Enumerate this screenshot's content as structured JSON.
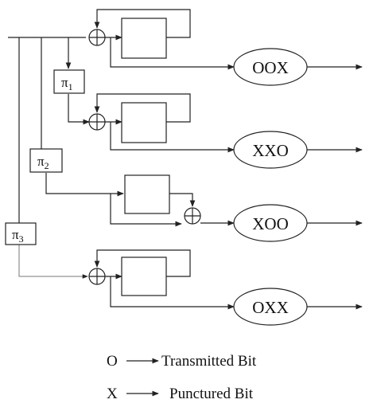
{
  "interleavers": [
    {
      "symbol": "π",
      "sub": "1"
    },
    {
      "symbol": "π",
      "sub": "2"
    },
    {
      "symbol": "π",
      "sub": "3"
    }
  ],
  "puncture_patterns": [
    "OOX",
    "XXO",
    "XOO",
    "OXX"
  ],
  "legend": [
    {
      "symbol": "O",
      "text": "Transmitted Bit"
    },
    {
      "symbol": "X",
      "text": "Punctured Bit"
    }
  ]
}
